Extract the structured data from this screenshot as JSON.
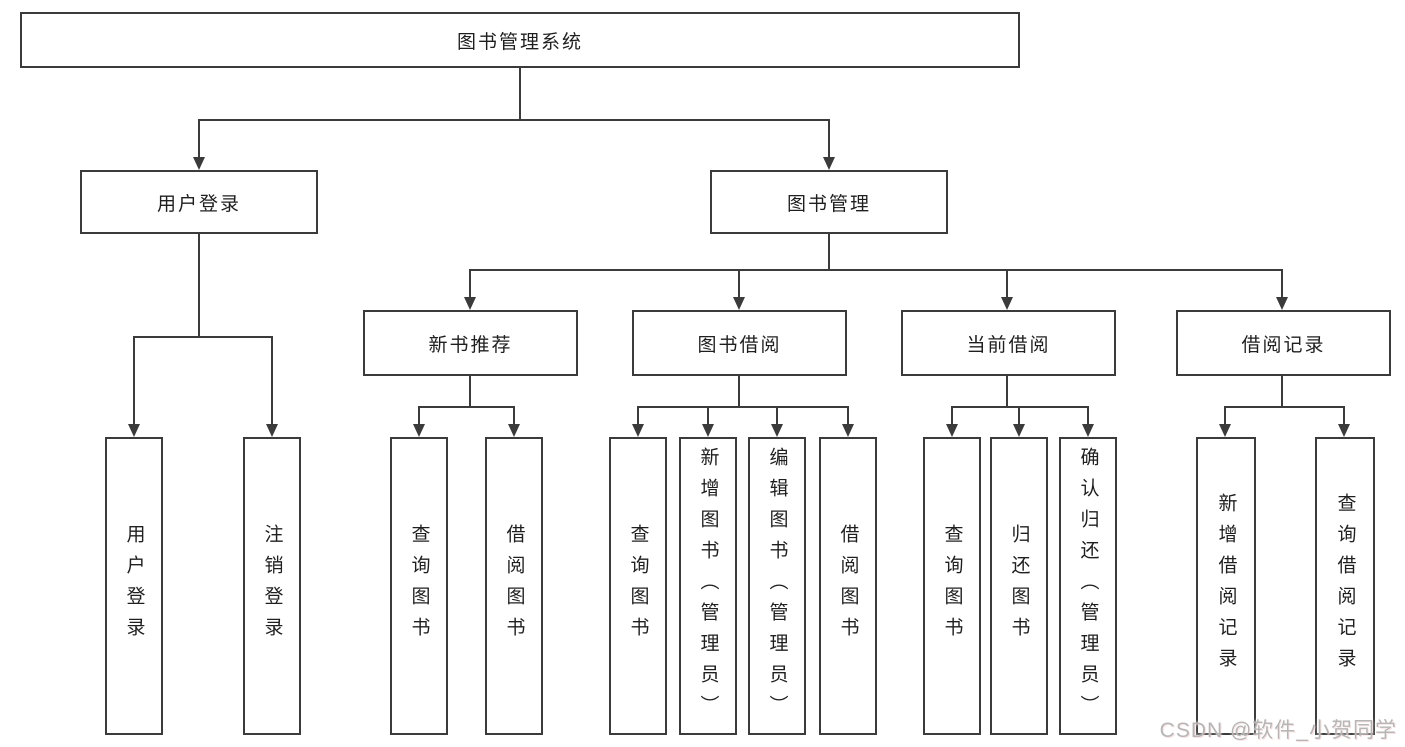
{
  "colors": {
    "line": "#3b3b3b",
    "text": "#1f1f1f",
    "box-bg": "#ffffff",
    "page-bg": "#ffffff",
    "watermark": "#b6b6b6"
  },
  "nodes": {
    "root": "图书管理系统",
    "user_login": "用户登录",
    "book_mgmt": "图书管理",
    "new_book_rec": "新书推荐",
    "book_borrow": "图书借阅",
    "current_borrow": "当前借阅",
    "borrow_record": "借阅记录",
    "ul_login": "用户登录",
    "ul_logout": "注销登录",
    "nbr_query": "查询图书",
    "nbr_borrow": "借阅图书",
    "bb_query": "查询图书",
    "bb_add": "新增图书（管理员）",
    "bb_edit": "编辑图书（管理员）",
    "bb_borrow": "借阅图书",
    "cb_query": "查询图书",
    "cb_return": "归还图书",
    "cb_confirm": "确认归还（管理员）",
    "br_add": "新增借阅记录",
    "br_query": "查询借阅记录"
  },
  "watermark": "CSDN @软件_小贺同学"
}
